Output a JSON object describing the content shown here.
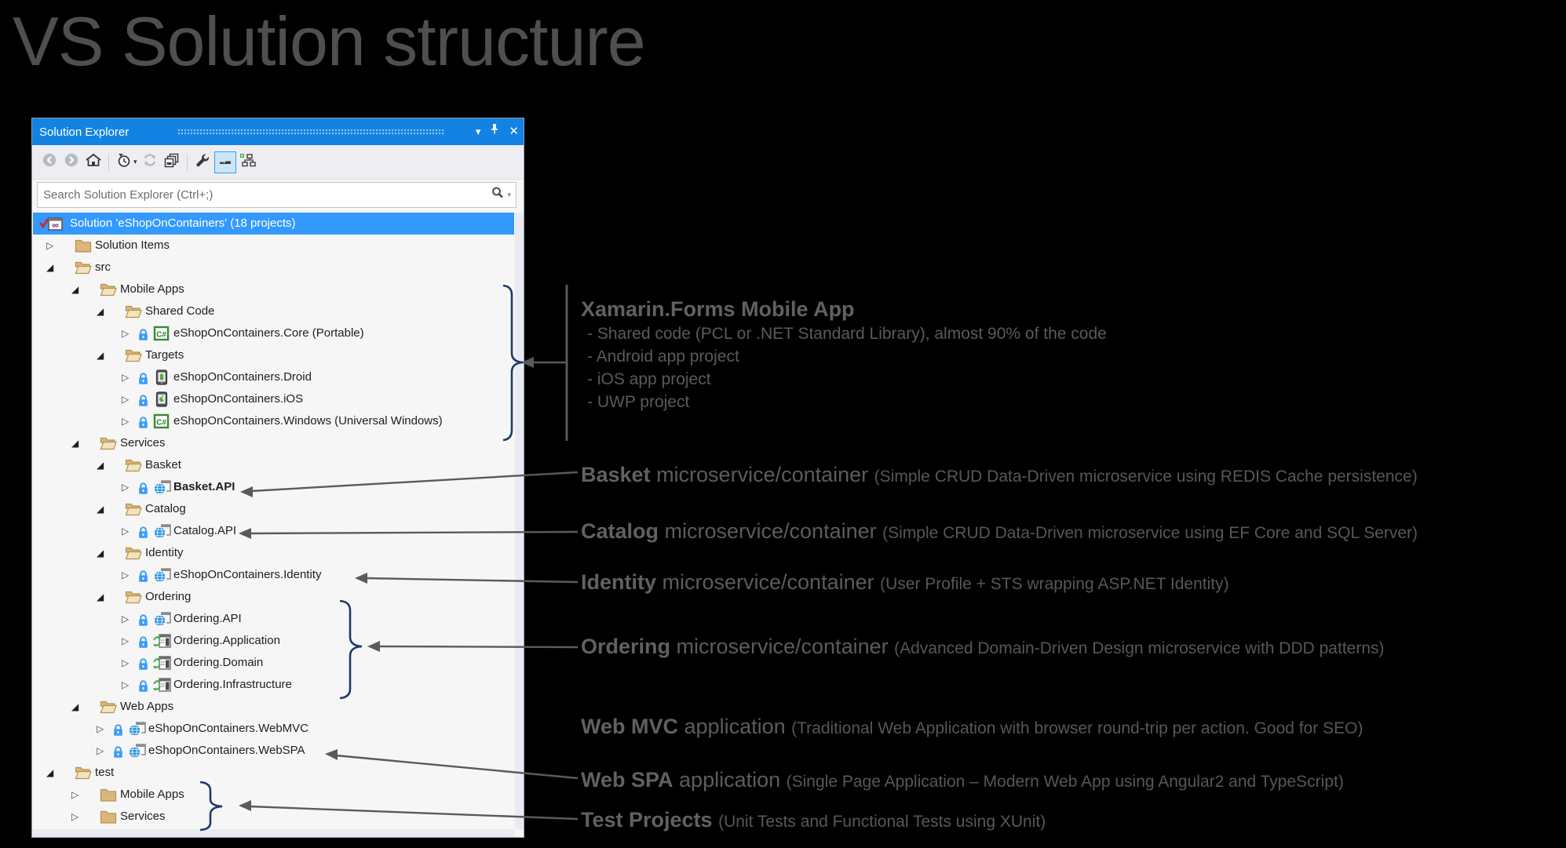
{
  "page_title": "VS Solution structure",
  "panel": {
    "title": "Solution Explorer",
    "window_buttons": [
      "window-position-caret",
      "pin",
      "close"
    ],
    "toolbar_icons": [
      "back",
      "forward",
      "home",
      "switch-views",
      "sync-with-active-document",
      "collapse-all",
      "properties",
      "preview-selected-items",
      "create-class-diagram"
    ],
    "search": {
      "placeholder": "Search Solution Explorer (Ctrl+;)"
    }
  },
  "tree": {
    "items": [
      {
        "label": "Solution 'eShopOnContainers' (18 projects)",
        "level": 0,
        "state": "none",
        "icon": "solution",
        "lock": false,
        "bold": false,
        "selected": true
      },
      {
        "label": "Solution Items",
        "level": 1,
        "state": "collapsed",
        "icon": "folder-closed",
        "lock": false,
        "bold": false,
        "selected": false
      },
      {
        "label": "src",
        "level": 1,
        "state": "expanded",
        "icon": "folder-open",
        "lock": false,
        "bold": false,
        "selected": false
      },
      {
        "label": "Mobile Apps",
        "level": 2,
        "state": "expanded",
        "icon": "folder-open",
        "lock": false,
        "bold": false,
        "selected": false
      },
      {
        "label": "Shared Code",
        "level": 3,
        "state": "expanded",
        "icon": "folder-open",
        "lock": false,
        "bold": false,
        "selected": false
      },
      {
        "label": "eShopOnContainers.Core (Portable)",
        "level": 4,
        "state": "collapsed",
        "icon": "csharp-project",
        "lock": true,
        "bold": false,
        "selected": false
      },
      {
        "label": "Targets",
        "level": 3,
        "state": "expanded",
        "icon": "folder-open",
        "lock": false,
        "bold": false,
        "selected": false
      },
      {
        "label": "eShopOnContainers.Droid",
        "level": 4,
        "state": "collapsed",
        "icon": "android-project",
        "lock": true,
        "bold": false,
        "selected": false
      },
      {
        "label": "eShopOnContainers.iOS",
        "level": 4,
        "state": "collapsed",
        "icon": "ios-project",
        "lock": true,
        "bold": false,
        "selected": false
      },
      {
        "label": "eShopOnContainers.Windows (Universal Windows)",
        "level": 4,
        "state": "collapsed",
        "icon": "csharp-project",
        "lock": true,
        "bold": false,
        "selected": false
      },
      {
        "label": "Services",
        "level": 2,
        "state": "expanded",
        "icon": "folder-open",
        "lock": false,
        "bold": false,
        "selected": false
      },
      {
        "label": "Basket",
        "level": 3,
        "state": "expanded",
        "icon": "folder-open",
        "lock": false,
        "bold": false,
        "selected": false
      },
      {
        "label": "Basket.API",
        "level": 4,
        "state": "collapsed",
        "icon": "web-project",
        "lock": true,
        "bold": true,
        "selected": false
      },
      {
        "label": "Catalog",
        "level": 3,
        "state": "expanded",
        "icon": "folder-open",
        "lock": false,
        "bold": false,
        "selected": false
      },
      {
        "label": "Catalog.API",
        "level": 4,
        "state": "collapsed",
        "icon": "web-project",
        "lock": true,
        "bold": false,
        "selected": false
      },
      {
        "label": "Identity",
        "level": 3,
        "state": "expanded",
        "icon": "folder-open",
        "lock": false,
        "bold": false,
        "selected": false
      },
      {
        "label": "eShopOnContainers.Identity",
        "level": 4,
        "state": "collapsed",
        "icon": "web-project",
        "lock": true,
        "bold": false,
        "selected": false
      },
      {
        "label": "Ordering",
        "level": 3,
        "state": "expanded",
        "icon": "folder-open",
        "lock": false,
        "bold": false,
        "selected": false
      },
      {
        "label": "Ordering.API",
        "level": 4,
        "state": "collapsed",
        "icon": "web-project",
        "lock": true,
        "bold": false,
        "selected": false
      },
      {
        "label": "Ordering.Application",
        "level": 4,
        "state": "collapsed",
        "icon": "library-project",
        "lock": true,
        "bold": false,
        "selected": false
      },
      {
        "label": "Ordering.Domain",
        "level": 4,
        "state": "collapsed",
        "icon": "library-project",
        "lock": true,
        "bold": false,
        "selected": false
      },
      {
        "label": "Ordering.Infrastructure",
        "level": 4,
        "state": "collapsed",
        "icon": "library-project",
        "lock": true,
        "bold": false,
        "selected": false
      },
      {
        "label": "Web Apps",
        "level": 2,
        "state": "expanded",
        "icon": "folder-open",
        "lock": false,
        "bold": false,
        "selected": false
      },
      {
        "label": "eShopOnContainers.WebMVC",
        "level": 3,
        "state": "collapsed",
        "icon": "web-project",
        "lock": true,
        "bold": false,
        "selected": false
      },
      {
        "label": "eShopOnContainers.WebSPA",
        "level": 3,
        "state": "collapsed",
        "icon": "web-project",
        "lock": true,
        "bold": false,
        "selected": false
      },
      {
        "label": "test",
        "level": 1,
        "state": "expanded",
        "icon": "folder-open",
        "lock": false,
        "bold": false,
        "selected": false
      },
      {
        "label": "Mobile Apps",
        "level": 2,
        "state": "collapsed",
        "icon": "folder-closed",
        "lock": false,
        "bold": false,
        "selected": false
      },
      {
        "label": "Services",
        "level": 2,
        "state": "collapsed",
        "icon": "folder-closed",
        "lock": false,
        "bold": false,
        "selected": false
      }
    ]
  },
  "annotations": {
    "xamarin": {
      "heading": "Xamarin.Forms Mobile App",
      "bullets": [
        "- Shared code (PCL or .NET Standard Library), almost 90% of the code",
        "- Android app project",
        "- iOS app project",
        "- UWP project"
      ]
    },
    "callouts": [
      {
        "bold": "Basket",
        "mid": " microservice/container ",
        "small": "(Simple CRUD Data-Driven microservice using REDIS Cache persistence)"
      },
      {
        "bold": "Catalog",
        "mid": " microservice/container ",
        "small": "(Simple CRUD Data-Driven microservice using EF Core and SQL Server)"
      },
      {
        "bold": "Identity",
        "mid": " microservice/container ",
        "small": "(User Profile + STS wrapping ASP.NET Identity)"
      },
      {
        "bold": "Ordering",
        "mid": " microservice/container ",
        "small": "(Advanced Domain-Driven Design microservice with DDD patterns)"
      },
      {
        "bold": "Web MVC",
        "mid": " application ",
        "small": "(Traditional Web Application with browser round-trip per action. Good for SEO)"
      },
      {
        "bold": "Web SPA",
        "mid": " application ",
        "small": "(Single Page Application – Modern Web App using Angular2 and TypeScript)"
      },
      {
        "bold": "Test Projects",
        "mid": " ",
        "small": "(Unit Tests and Functional Tests using XUnit)"
      }
    ]
  },
  "colors": {
    "titlebar_blue": "#1283e2",
    "selection_blue": "#3399ff",
    "folder_tan": "#dcb67a",
    "annotation_gray": "#5e5e5e",
    "brace_navy": "#1e3a68"
  }
}
